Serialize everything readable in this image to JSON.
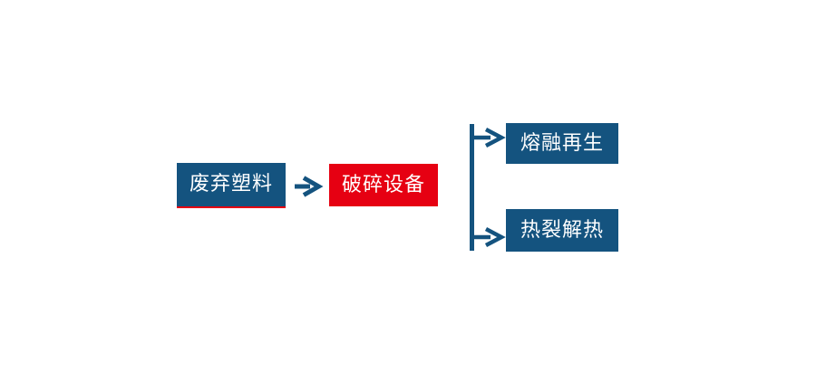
{
  "diagram": {
    "type": "flowchart",
    "background": "#ffffff",
    "colors": {
      "node_blue": "#14537F",
      "node_red": "#E60012",
      "arrow_blue": "#14537F",
      "node_text": "#FFFFFF",
      "start_node_bottom_accent": "#E60012"
    },
    "nodes": [
      {
        "id": "waste-plastic",
        "label": "废弃塑料",
        "fill": "#14537F",
        "text_color": "#FFFFFF",
        "bottom_accent": "#E60012"
      },
      {
        "id": "crushing-equipment",
        "label": "破碎设备",
        "fill": "#E60012",
        "text_color": "#FFFFFF"
      },
      {
        "id": "melt-regeneration",
        "label": "熔融再生",
        "fill": "#14537F",
        "text_color": "#FFFFFF"
      },
      {
        "id": "pyrolysis-heat",
        "label": "热裂解热",
        "fill": "#14537F",
        "text_color": "#FFFFFF"
      }
    ],
    "edges": [
      {
        "from": "废弃塑料",
        "to": "破碎设备",
        "style": "arrow-right"
      },
      {
        "from": "破碎设备",
        "to": "熔融再生",
        "style": "branch-arrow-right"
      },
      {
        "from": "破碎设备",
        "to": "热裂解热",
        "style": "branch-arrow-right"
      }
    ]
  }
}
